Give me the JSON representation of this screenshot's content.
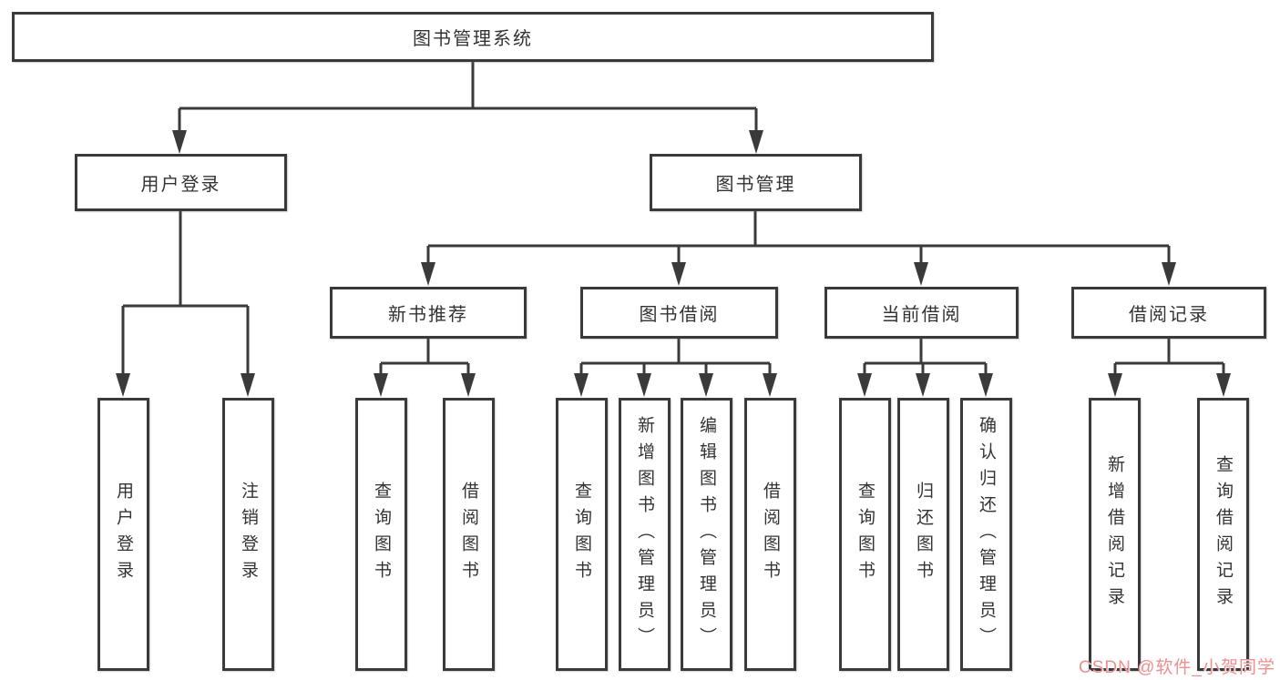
{
  "tree": {
    "root": {
      "label": "图书管理系统",
      "children": [
        {
          "label": "用户登录",
          "children": [
            {
              "label": "用户登录"
            },
            {
              "label": "注销登录"
            }
          ]
        },
        {
          "label": "图书管理",
          "children": [
            {
              "label": "新书推荐",
              "children": [
                {
                  "label": "查询图书"
                },
                {
                  "label": "借阅图书"
                }
              ]
            },
            {
              "label": "图书借阅",
              "children": [
                {
                  "label": "查询图书"
                },
                {
                  "label": "新增图书（管理员）"
                },
                {
                  "label": "编辑图书（管理员）"
                },
                {
                  "label": "借阅图书"
                }
              ]
            },
            {
              "label": "当前借阅",
              "children": [
                {
                  "label": "查询图书"
                },
                {
                  "label": "归还图书"
                },
                {
                  "label": "确认归还（管理员）"
                }
              ]
            },
            {
              "label": "借阅记录",
              "children": [
                {
                  "label": "新增借阅记录"
                },
                {
                  "label": "查询借阅记录"
                }
              ]
            }
          ]
        }
      ]
    }
  },
  "watermark": {
    "text": "CSDN @软件_小贺同学",
    "color": "#f08d8d"
  },
  "colors": {
    "line": "#3a3a3a",
    "box_border": "#3a3a3a",
    "box_fill": "#ffffff",
    "text": "#333333"
  }
}
